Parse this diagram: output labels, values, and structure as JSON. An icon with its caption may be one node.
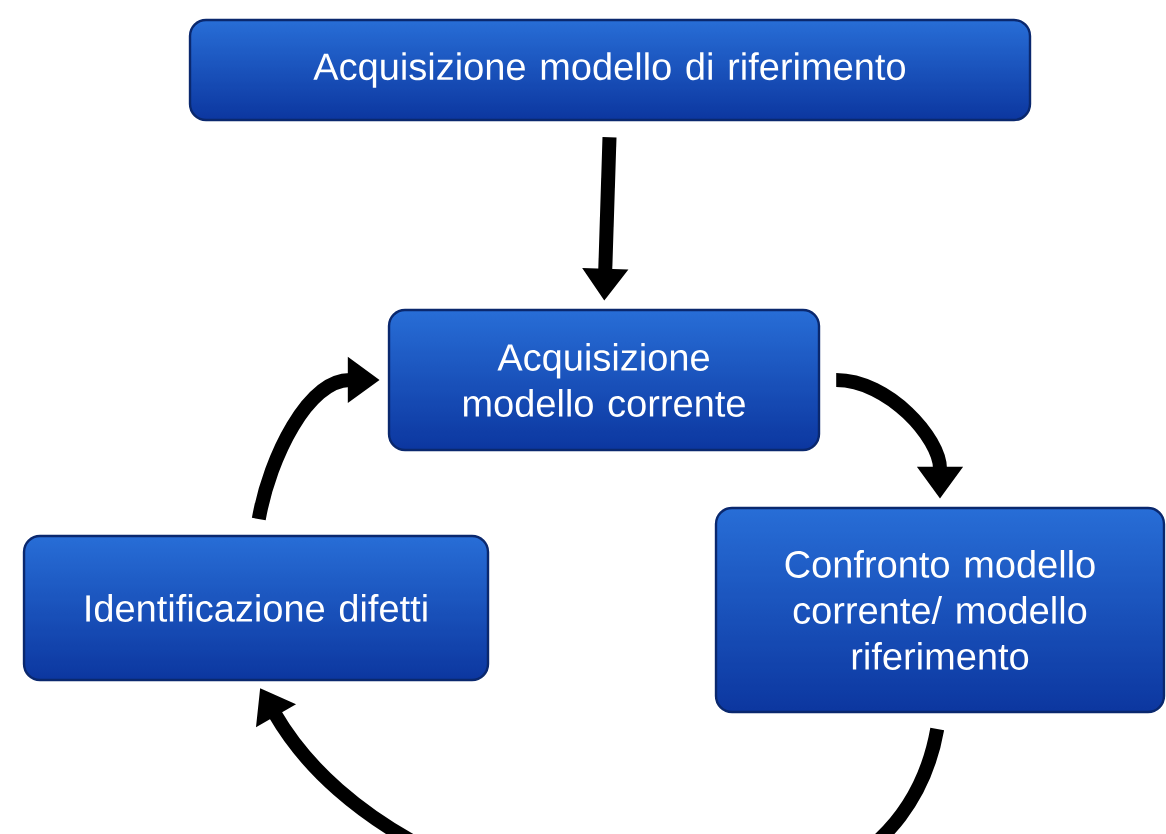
{
  "diagram": {
    "nodes": [
      {
        "text": [
          "Acquisizione modello di riferimento"
        ]
      },
      {
        "text": [
          "Acquisizione modello corrente"
        ]
      },
      {
        "text": [
          "Confronto modello corrente/ modello riferimento"
        ]
      },
      {
        "text": [
          "Identificazione difetti"
        ]
      }
    ],
    "edges": [
      {
        "from": 0,
        "to": 1,
        "arrow": "to"
      },
      {
        "from": 1,
        "to": 2,
        "arrow": "to"
      },
      {
        "from": 2,
        "to": 3,
        "arrow": "to"
      },
      {
        "from": 3,
        "to": 1,
        "arrow": "to"
      }
    ]
  }
}
